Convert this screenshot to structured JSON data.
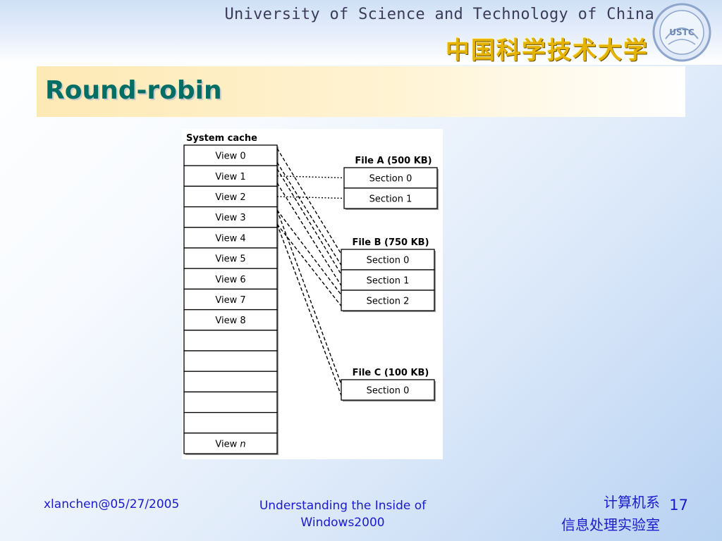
{
  "header": {
    "university_en": "University of Science and Technology of China",
    "university_cn": "中国科学技术大学",
    "logo_text": "USTC"
  },
  "slide": {
    "title": "Round-robin"
  },
  "diagram": {
    "cache_title": "System cache",
    "views": [
      "View 0",
      "View 1",
      "View 2",
      "View 3",
      "View 4",
      "View 5",
      "View 6",
      "View 7",
      "View 8",
      "",
      "",
      "",
      "",
      "",
      "View n"
    ],
    "files": [
      {
        "name": "File A (500 KB)",
        "sections": [
          "Section 0",
          "Section 1"
        ]
      },
      {
        "name": "File B (750 KB)",
        "sections": [
          "Section 0",
          "Section 1",
          "Section 2"
        ]
      },
      {
        "name": "File C (100 KB)",
        "sections": [
          "Section 0"
        ]
      }
    ],
    "mappings": [
      {
        "view": 0,
        "file": 1,
        "section": 0,
        "style": "dashed"
      },
      {
        "view": 1,
        "file": 0,
        "section": 0,
        "style": "dotted"
      },
      {
        "view": 1,
        "file": 1,
        "section": 1,
        "style": "dashed"
      },
      {
        "view": 2,
        "file": 0,
        "section": 1,
        "style": "dotted"
      },
      {
        "view": 3,
        "file": 1,
        "section": 2,
        "style": "dashed"
      },
      {
        "view": 3,
        "file": 2,
        "section": 0,
        "style": "dashed"
      }
    ]
  },
  "footer": {
    "author_date": "xlanchen@05/27/2005",
    "course_line1": "Understanding the Inside of",
    "course_line2": "Windows2000",
    "dept_line1": "计算机系",
    "dept_line2": "信息处理实验室",
    "page_number": "17"
  }
}
